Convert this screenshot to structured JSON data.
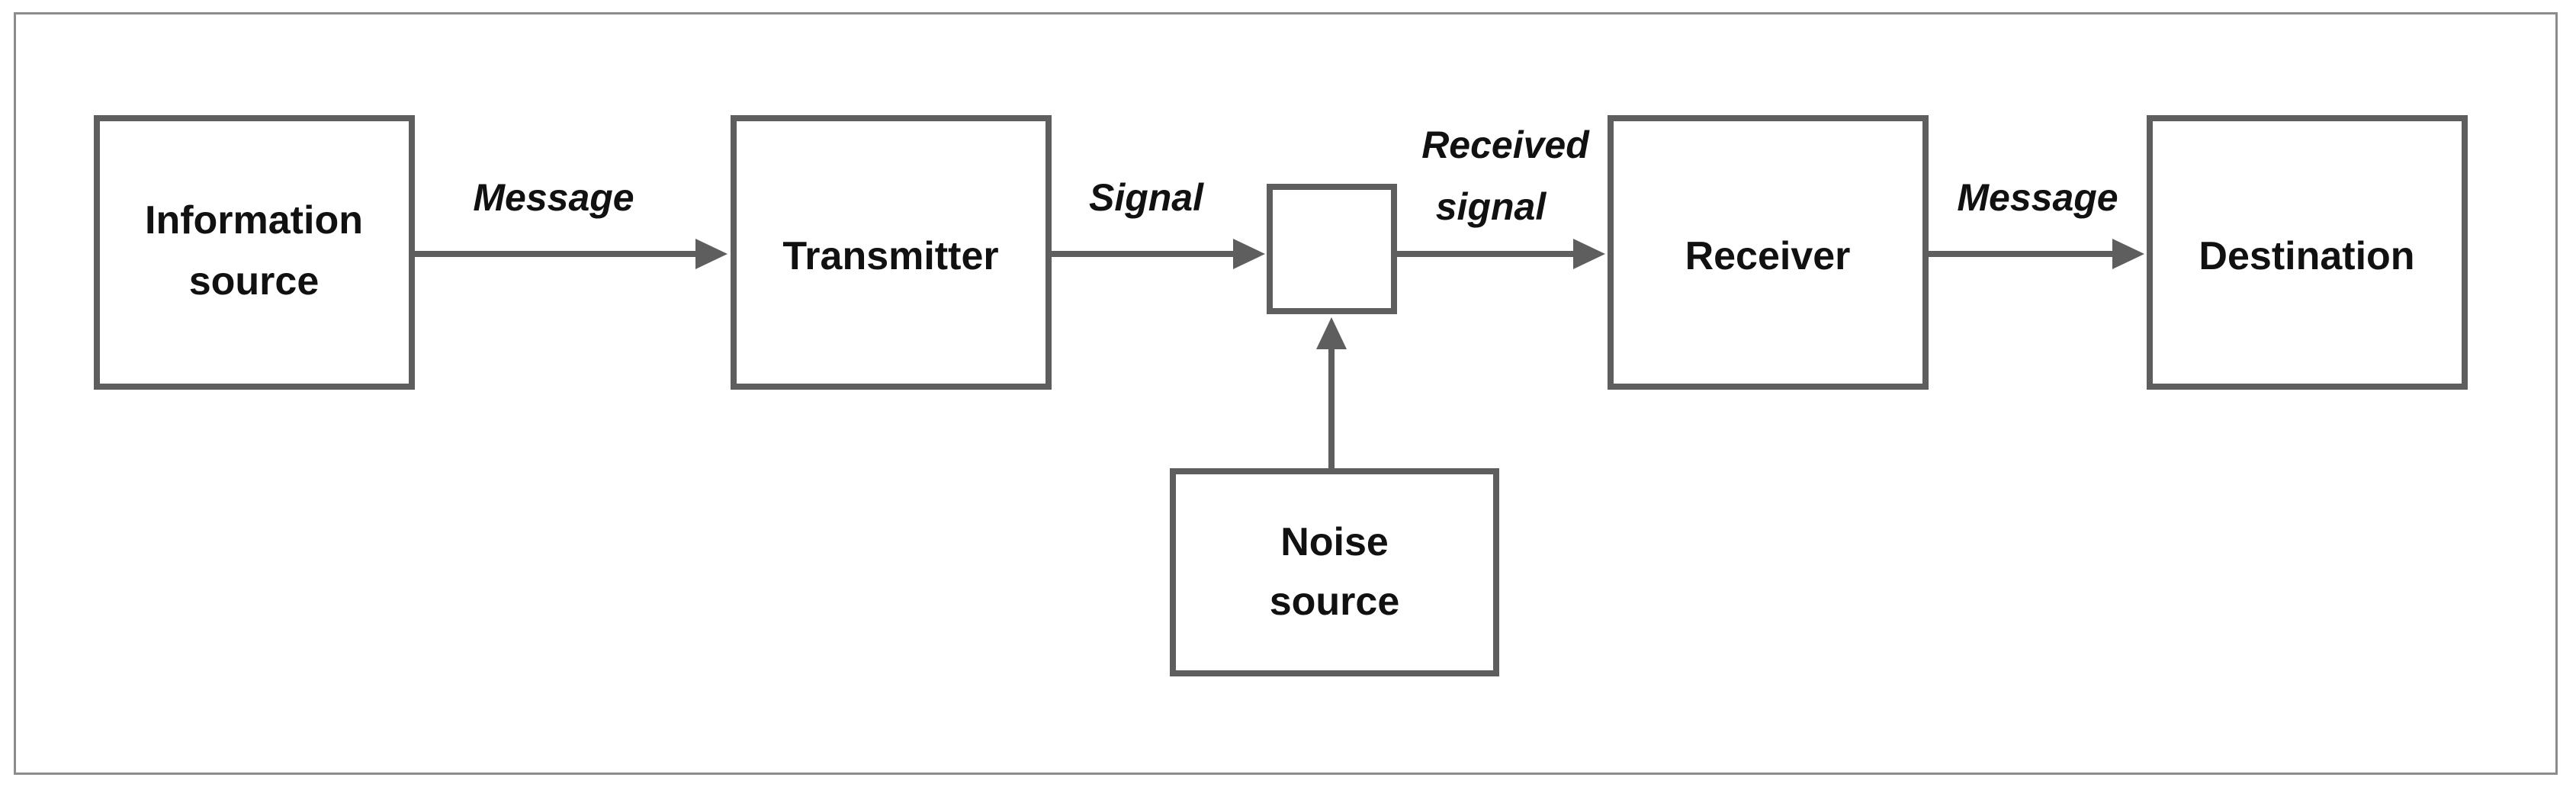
{
  "diagram": {
    "nodes": {
      "information_source": {
        "line1": "Information",
        "line2": "source"
      },
      "transmitter": {
        "label": "Transmitter"
      },
      "mixer": {
        "label": ""
      },
      "receiver": {
        "label": "Receiver"
      },
      "destination": {
        "label": "Destination"
      },
      "noise_source": {
        "line1": "Noise",
        "line2": "source"
      }
    },
    "edges": {
      "message_in": {
        "label": "Message"
      },
      "signal": {
        "label": "Signal"
      },
      "received_signal": {
        "line1": "Received",
        "line2": "signal"
      },
      "message_out": {
        "label": "Message"
      }
    },
    "colors": {
      "stroke": "#5e5e5e",
      "frame": "#8c8c8c",
      "text": "#111111"
    }
  }
}
